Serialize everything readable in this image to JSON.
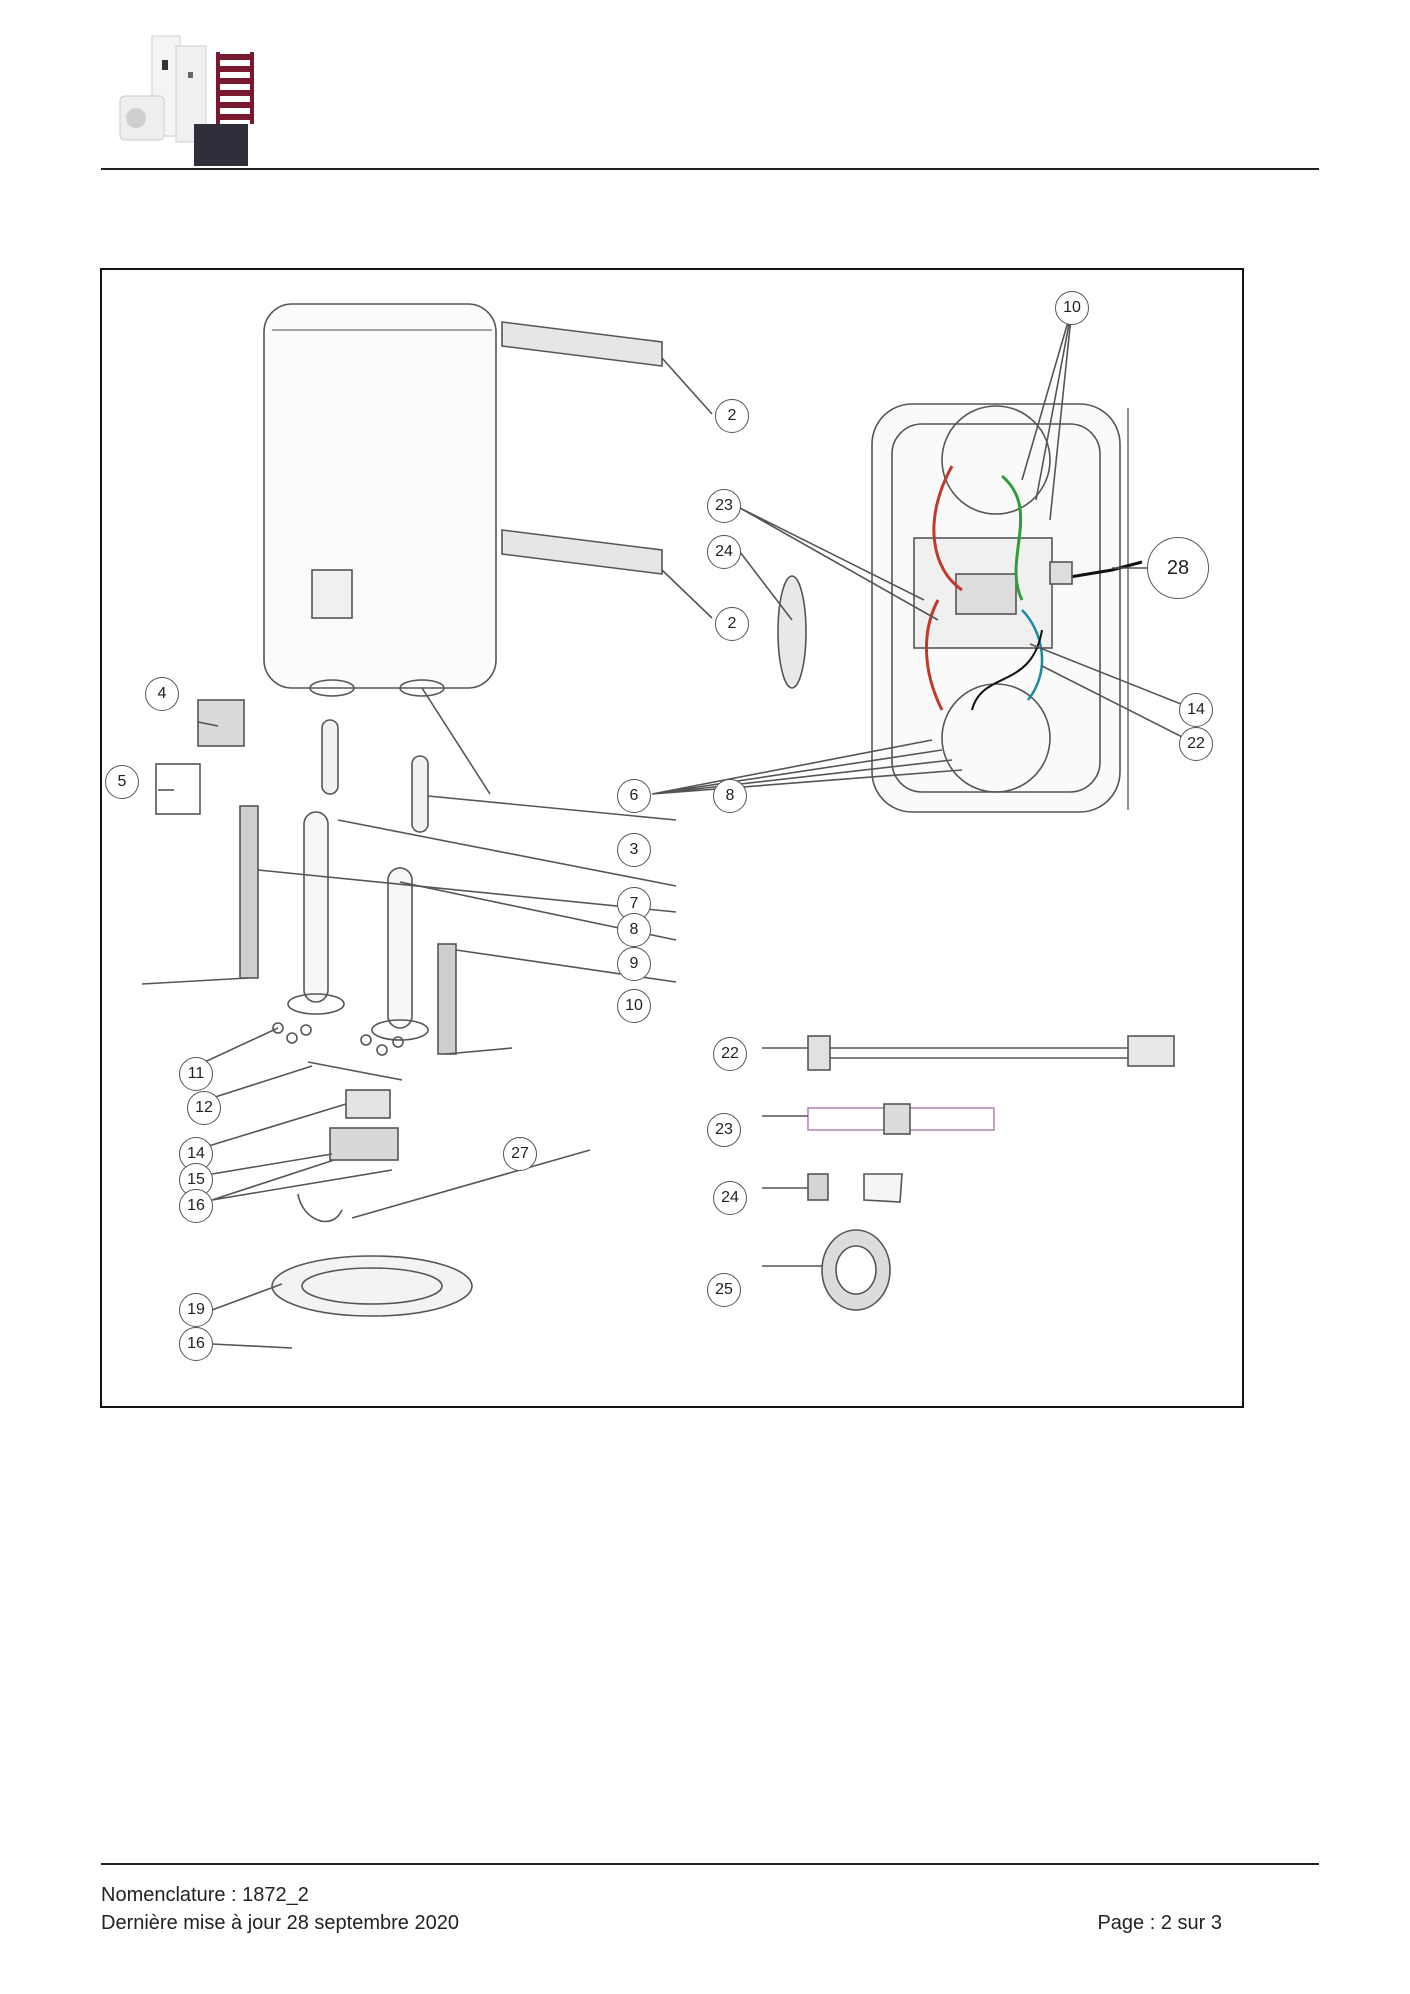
{
  "header": {
    "logo_icon": "product-range-logo-icon"
  },
  "diagram": {
    "callouts": [
      {
        "id": "c-10-top",
        "label": "10",
        "big": false
      },
      {
        "id": "c-2-upper",
        "label": "2",
        "big": false
      },
      {
        "id": "c-23-right",
        "label": "23",
        "big": false
      },
      {
        "id": "c-24-right",
        "label": "24",
        "big": false
      },
      {
        "id": "c-28",
        "label": "28",
        "big": true
      },
      {
        "id": "c-2-lower",
        "label": "2",
        "big": false
      },
      {
        "id": "c-4",
        "label": "4",
        "big": false
      },
      {
        "id": "c-14-right",
        "label": "14",
        "big": false
      },
      {
        "id": "c-22-right",
        "label": "22",
        "big": false
      },
      {
        "id": "c-5",
        "label": "5",
        "big": false
      },
      {
        "id": "c-6",
        "label": "6",
        "big": false
      },
      {
        "id": "c-8-right",
        "label": "8",
        "big": false
      },
      {
        "id": "c-3",
        "label": "3",
        "big": false
      },
      {
        "id": "c-7",
        "label": "7",
        "big": false
      },
      {
        "id": "c-8-left",
        "label": "8",
        "big": false
      },
      {
        "id": "c-9",
        "label": "9",
        "big": false
      },
      {
        "id": "c-10-left",
        "label": "10",
        "big": false
      },
      {
        "id": "c-22-cable",
        "label": "22",
        "big": false
      },
      {
        "id": "c-11",
        "label": "11",
        "big": false
      },
      {
        "id": "c-12",
        "label": "12",
        "big": false
      },
      {
        "id": "c-23-cable",
        "label": "23",
        "big": false
      },
      {
        "id": "c-14-left",
        "label": "14",
        "big": false
      },
      {
        "id": "c-27",
        "label": "27",
        "big": false
      },
      {
        "id": "c-15",
        "label": "15",
        "big": false
      },
      {
        "id": "c-24-connector",
        "label": "24",
        "big": false
      },
      {
        "id": "c-16-upper",
        "label": "16",
        "big": false
      },
      {
        "id": "c-25",
        "label": "25",
        "big": false
      },
      {
        "id": "c-19",
        "label": "19",
        "big": false
      },
      {
        "id": "c-16-lower",
        "label": "16",
        "big": false
      }
    ]
  },
  "footer": {
    "nomenclature": "Nomenclature : 1872_2",
    "updated": "Dernière mise à jour 28 septembre 2020",
    "page": "Page : 2 sur 3"
  }
}
